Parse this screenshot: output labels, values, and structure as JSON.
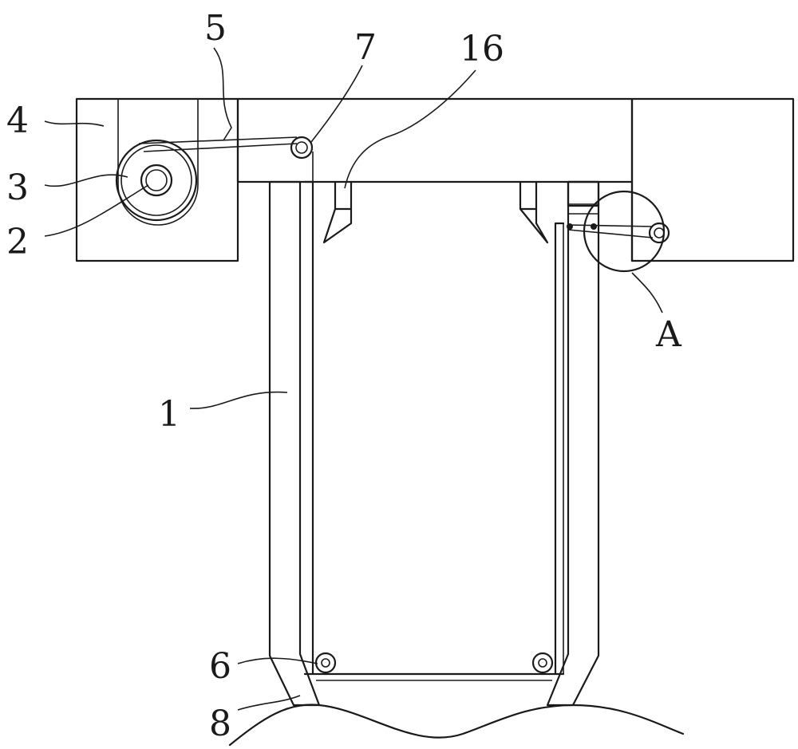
{
  "labels": {
    "part_1": "1",
    "part_2": "2",
    "part_3": "3",
    "part_4": "4",
    "part_5": "5",
    "part_6": "6",
    "part_7": "7",
    "part_8": "8",
    "part_16": "16",
    "detail_A": "A"
  },
  "colors": {
    "ink": "#1a1a1a",
    "paper": "#ffffff"
  }
}
